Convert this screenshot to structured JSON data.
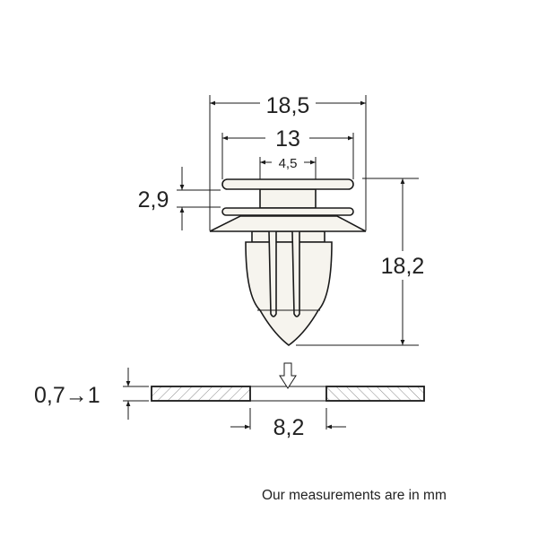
{
  "dimensions": {
    "overall_width": "18,5",
    "flange_width": "13",
    "neck_width": "4,5",
    "flange_gap": "2,9",
    "height": "18,2",
    "panel_thickness": "0,7→1",
    "hole_diameter": "8,2"
  },
  "note": "Our measurements are in mm",
  "colors": {
    "line": "#1a1a1a",
    "body_fill": "#f6f4ee"
  }
}
